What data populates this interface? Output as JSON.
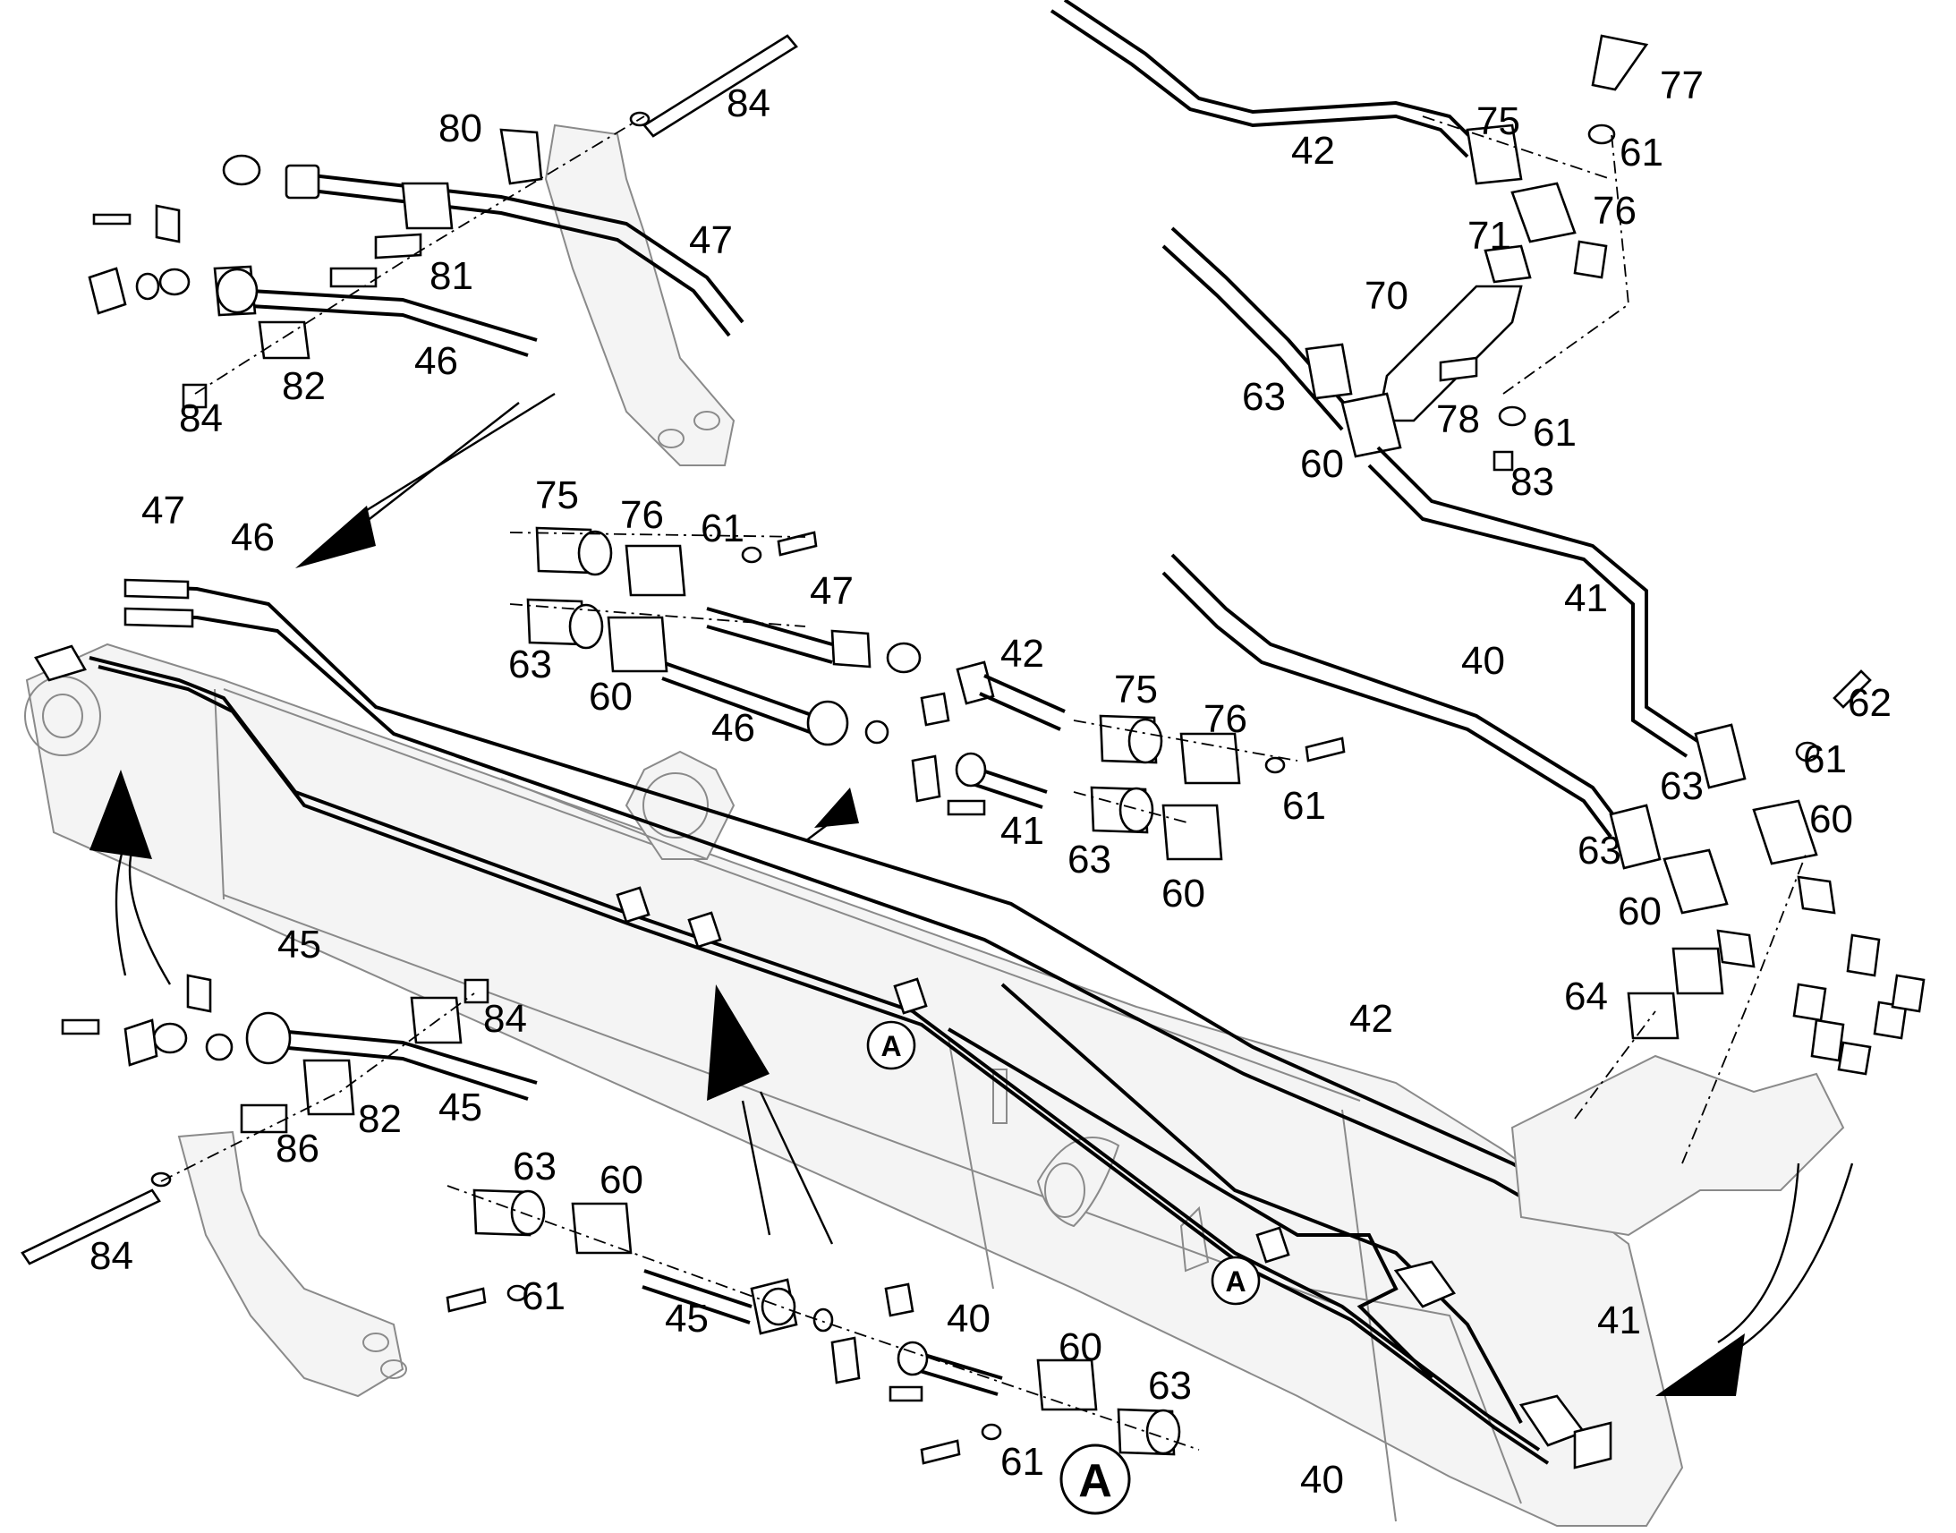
{
  "labels": {
    "l84a": "84",
    "l80": "80",
    "l47a": "47",
    "l81": "81",
    "l84b": "84",
    "l82a": "82",
    "l46a": "46",
    "l47b": "47",
    "l46b": "46",
    "l75a": "75",
    "l76a": "76",
    "l61a": "61",
    "l47c": "47",
    "l63a": "63",
    "l60a": "60",
    "l46c": "46",
    "l42a": "42",
    "l75b": "75",
    "l76b": "76",
    "l61b": "61",
    "l41a": "41",
    "l63b": "63",
    "l60b": "60",
    "l45a": "45",
    "l84c": "84",
    "l82b": "82",
    "l45b": "45",
    "l86": "86",
    "l84d": "84",
    "l63c": "63",
    "l60c": "60",
    "l61c": "61",
    "l45c": "45",
    "l40a": "40",
    "l60d": "60",
    "l63d": "63",
    "l61d": "61",
    "l42b": "42",
    "l41b": "41",
    "l40b": "40",
    "l42c": "42",
    "l75c": "75",
    "l77": "77",
    "l61e": "61",
    "l76c": "76",
    "l71": "71",
    "l70": "70",
    "l63e": "63",
    "l60e": "60",
    "l78": "78",
    "l61f": "61",
    "l83": "83",
    "l41c": "41",
    "l40c": "40",
    "l62": "62",
    "l61g": "61",
    "l63f": "63",
    "l63g": "63",
    "l60f": "60",
    "l60g": "60",
    "l64": "64"
  },
  "refs": {
    "rA1": "A",
    "rA2": "A",
    "rA3": "A"
  }
}
